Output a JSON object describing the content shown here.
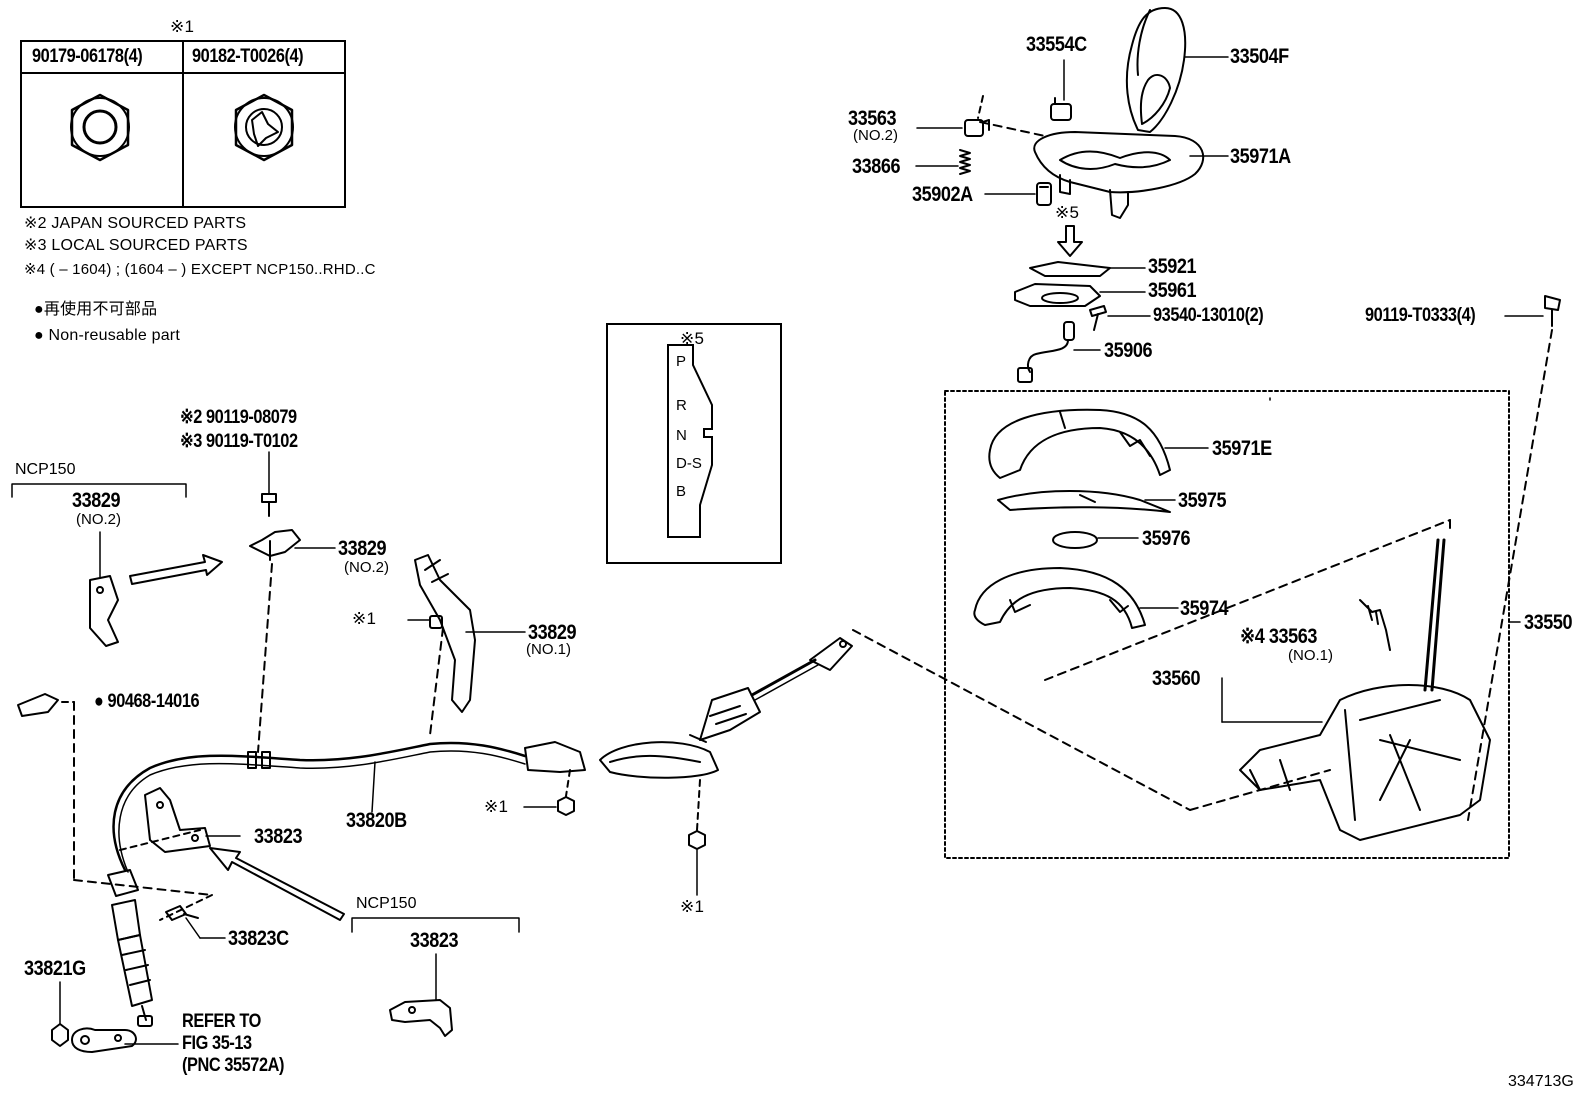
{
  "fastener_table": {
    "mark": "※1",
    "col1": "90179-06178(4)",
    "col2": "90182-T0026(4)"
  },
  "notes": {
    "n2": "※2 JAPAN SOURCED PARTS",
    "n3": "※3 LOCAL SOURCED PARTS",
    "n4": "※4 (      – 1604) ; (1604 –      ) EXCEPT NCP150..RHD..C",
    "nonreuse_jp": "●再使用不可部品",
    "nonreuse_en": "● Non-reusable part"
  },
  "shift_gate": {
    "mark": "※5",
    "positions": [
      "P",
      "R",
      "N",
      "D-S",
      "B"
    ]
  },
  "labels": {
    "p33554C": "33554C",
    "p33504F": "33504F",
    "p33563_top": "33563",
    "no2_top": "(NO.2)",
    "p33866": "33866",
    "p35971A": "35971A",
    "p35902A": "35902A",
    "mark5_arrow": "※5",
    "p35921": "35921",
    "p35961": "35961",
    "p93540": "93540-13010(2)",
    "p90119_T0333": "90119-T0333(4)",
    "p35906": "35906",
    "p35971E": "35971E",
    "p35975": "35975",
    "p35976": "35976",
    "p35974": "35974",
    "p33550": "33550",
    "p33563_lower": "※4 33563",
    "no1_lower": "(NO.1)",
    "p33560": "33560",
    "bolt_2": "※2 90119-08079",
    "bolt_3": "※3 90119-T0102",
    "ncp150_a": "NCP150",
    "p33829_left": "33829",
    "no2_left": "(NO.2)",
    "p33829_mid": "33829",
    "no2_mid": "(NO.2)",
    "mark1_a": "※1",
    "p33829_no1": "33829",
    "no1_mid": "(NO.1)",
    "p90468": "● 90468-14016",
    "p33823": "33823",
    "p33820B": "33820B",
    "mark1_b": "※1",
    "mark1_c": "※1",
    "p33823C": "33823C",
    "ncp150_b": "NCP150",
    "p33823_ncp": "33823",
    "p33821G": "33821G",
    "refer1": "REFER TO",
    "refer2": "FIG 35-13",
    "refer3": "(PNC 35572A)",
    "illus_code": "334713G"
  }
}
